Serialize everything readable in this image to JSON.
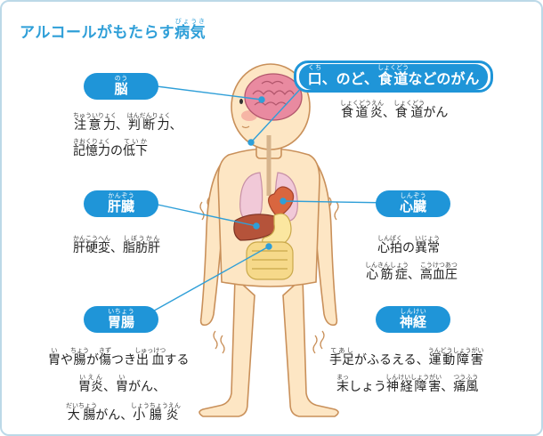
{
  "title": {
    "text_before": "アルコールがもたらす",
    "kanji": "病気",
    "ruby": "びょうき"
  },
  "labels": {
    "brain": {
      "kanji": "脳",
      "ruby": "のう"
    },
    "mouth": {
      "part1": "口",
      "part1_ruby": "くち",
      "part2": "、のど、",
      "part3": "食道",
      "part3_ruby": "しょくどう",
      "part4": "などのがん"
    },
    "liver": {
      "kanji": "肝臓",
      "ruby": "かんぞう"
    },
    "heart": {
      "kanji": "心臓",
      "ruby": "しんぞう"
    },
    "stomach": {
      "kanji": "胃腸",
      "ruby": "いちょう"
    },
    "nerve": {
      "kanji": "神経",
      "ruby": "しんけい"
    }
  },
  "descriptions": {
    "brain_line1": {
      "a": "注意力",
      "a_ruby": "ちゅういりょく",
      "sep": "、",
      "b": "判断力",
      "b_ruby": "はんだんりょく",
      "end": "、"
    },
    "brain_line2": {
      "a": "記憶力",
      "a_ruby": "きおくりょく",
      "mid": "の",
      "b": "低下",
      "b_ruby": "ていか"
    },
    "mouth_line1": {
      "a": "食道炎",
      "a_ruby": "しょくどうえん",
      "sep": "、",
      "b": "食道",
      "b_ruby": "しょくどう",
      "end": "がん"
    },
    "liver_line1": {
      "a": "肝硬変",
      "a_ruby": "かんこうへん",
      "sep": "、",
      "b": "脂肪肝",
      "b_ruby": "しぼうかん"
    },
    "heart_line1": {
      "a": "心拍",
      "a_ruby": "しんぱく",
      "mid": "の",
      "b": "異常",
      "b_ruby": "いじょう"
    },
    "heart_line2": {
      "a": "心筋症",
      "a_ruby": "しんきんしょう",
      "sep": "、",
      "b": "高血圧",
      "b_ruby": "こうけつあつ"
    },
    "stomach_line1": {
      "a": "胃",
      "a_ruby": "い",
      "t1": "や",
      "b": "腸",
      "b_ruby": "ちょう",
      "t2": "が",
      "c": "傷",
      "c_ruby": "きず",
      "t3": "つき",
      "d": "出血",
      "d_ruby": "しゅっけつ",
      "t4": "する"
    },
    "stomach_line2": {
      "a": "胃炎",
      "a_ruby": "いえん",
      "sep": "、",
      "b": "胃",
      "b_ruby": "い",
      "end": "がん、"
    },
    "stomach_line3": {
      "a": "大腸",
      "a_ruby": "だいちょう",
      "mid": "がん、",
      "b": "小腸炎",
      "b_ruby": "しょうちょうえん"
    },
    "nerve_line1": {
      "a": "手足",
      "a_ruby": "てあし",
      "mid": "がふるえる、",
      "b": "運動障害",
      "b_ruby": "うんどうしょうがい"
    },
    "nerve_line2": {
      "a": "末",
      "a_ruby": "まっ",
      "mid": "しょう",
      "b": "神経障害",
      "b_ruby": "しんけいしょうがい",
      "sep": "、",
      "c": "痛風",
      "c_ruby": "つうふう"
    }
  },
  "colors": {
    "accent": "#1f95d8",
    "skin": "#fde6c4",
    "skin_outline": "#c9905a",
    "brain": "#e98aa0",
    "liver": "#b5533a",
    "heart": "#d9663f",
    "lungs": "#f1c9d8",
    "stomach": "#fbe7a0",
    "intestine": "#f6d98a"
  },
  "icons": [
    "human-body-illustration",
    "brain-organ-icon",
    "liver-organ-icon",
    "heart-organ-icon",
    "lungs-organ-icon",
    "stomach-organ-icon",
    "intestine-organ-icon"
  ]
}
